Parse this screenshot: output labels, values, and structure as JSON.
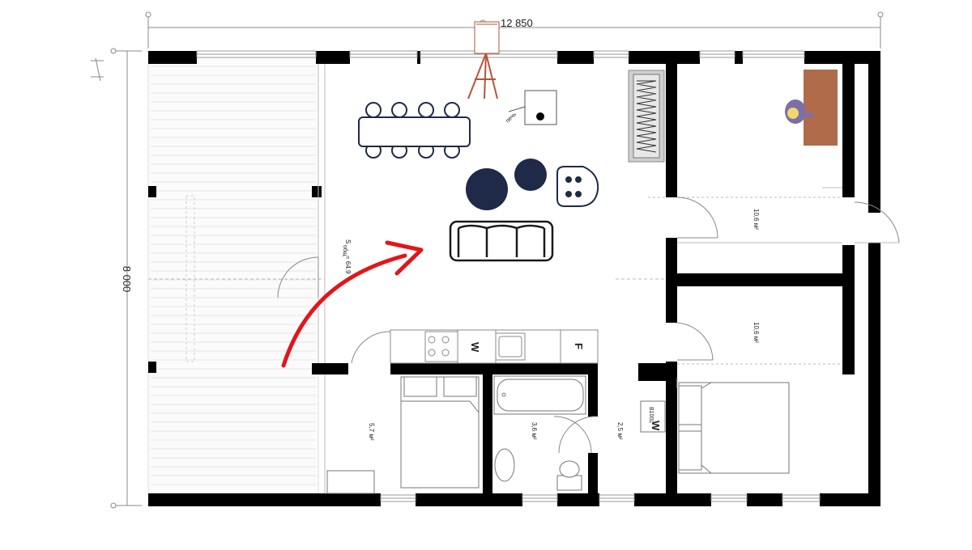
{
  "plan": {
    "overall_width": "12 850",
    "overall_depth": "8 000",
    "living_area_label": "S",
    "living_area_sub": "общ",
    "living_area_value": "= 64.9",
    "stove_label": "печь"
  },
  "rooms": {
    "bedroom_top": "10,6 м²",
    "bedroom_middle": "10,6 м²",
    "bedroom_small": "5,7 м²",
    "bathroom": "3,6 м²",
    "utility": "2,5 м²"
  },
  "appliances": {
    "washer": "W",
    "fridge": "F",
    "boiler_label": "B100L",
    "boiler_w": "W"
  },
  "colors": {
    "wall": "#000000",
    "furniture_dark": "#1e2a47",
    "desk": "#b06b4a",
    "arrow": "#e3151a",
    "lamp": "#b5553a",
    "person": "#7b6fa8"
  }
}
